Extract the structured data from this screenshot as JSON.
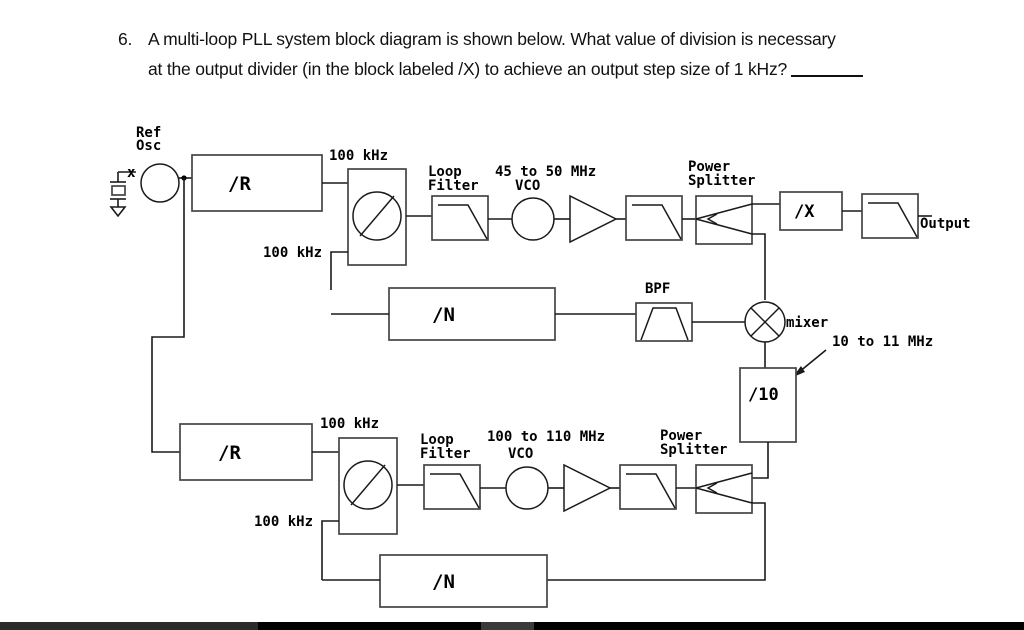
{
  "question": {
    "number": "6.",
    "line1": "A multi-loop PLL system block diagram is shown below.   What value of division is necessary",
    "line2": "at the output divider (in the block labeled /X) to achieve an output step size of 1 kHz?"
  },
  "diagram": {
    "title": "multi-loop PLL system block diagram",
    "labels": {
      "ref_osc_line1": "Ref",
      "ref_osc_line2": "Osc",
      "crystal_mark": "x",
      "top_r_divider": "/R",
      "top_ref_freq": "100 kHz",
      "top_fb_freq": "100 kHz",
      "top_loop_filter_line1": "Loop",
      "top_loop_filter_line2": "Filter",
      "top_vco_line1": "45 to 50 MHz",
      "top_vco_line2": "VCO",
      "top_power_splitter_line1": "Power",
      "top_power_splitter_line2": "Splitter",
      "output_divider": "/X",
      "output_label": "Output",
      "top_n_divider": "/N",
      "bpf": "BPF",
      "mixer": "mixer",
      "mixer_if_freq": "10 to 11 MHz",
      "divider_10": "/10",
      "bot_r_divider": "/R",
      "bot_ref_freq": "100 kHz",
      "bot_fb_freq": "100 kHz",
      "bot_loop_filter_line1": "Loop",
      "bot_loop_filter_line2": "Filter",
      "bot_vco_line1": "100 to 110 MHz",
      "bot_vco_line2": "VCO",
      "bot_power_splitter_line1": "Power",
      "bot_power_splitter_line2": "Splitter",
      "bot_n_divider": "/N"
    },
    "colors": {
      "wire": "#1a1a1a",
      "box_stroke": "#444444",
      "text": "#000000",
      "background": "#ffffff"
    }
  }
}
